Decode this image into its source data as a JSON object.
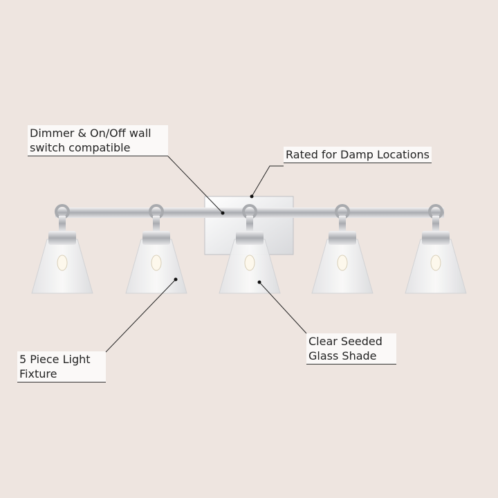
{
  "callouts": {
    "dimmer": "Dimmer & On/Off wall\nswitch compatible",
    "damp": "Rated for Damp Locations",
    "pieces": "5 Piece Light\nFixture",
    "glass": "Clear Seeded\nGlass Shade"
  },
  "colors": {
    "background": "#eee5e0",
    "chrome": "#c9cacd",
    "glass": "#f4f4f4"
  }
}
